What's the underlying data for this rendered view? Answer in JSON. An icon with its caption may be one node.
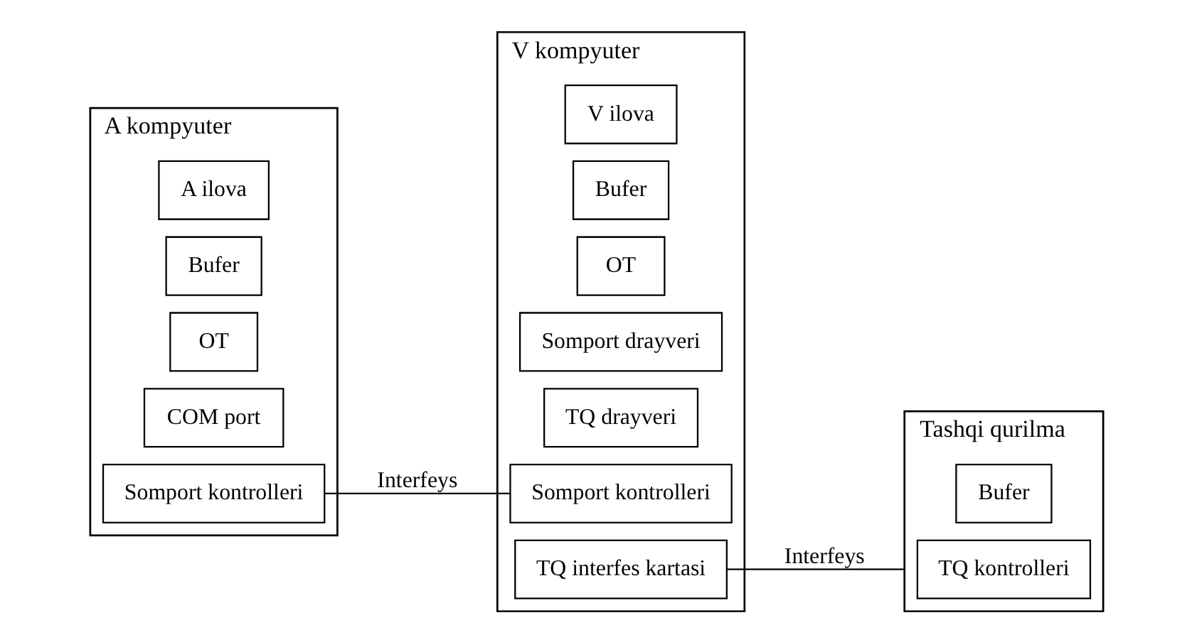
{
  "diagram": {
    "nodes": [
      {
        "text": [
          "A kompyuter"
        ]
      },
      {
        "text": [
          "A ilova"
        ],
        "in": 0
      },
      {
        "text": [
          "Bufer"
        ],
        "in": 0
      },
      {
        "text": [
          "OT"
        ],
        "in": 0
      },
      {
        "text": [
          "COM port"
        ],
        "in": 0
      },
      {
        "text": [
          "Somport kontrolleri"
        ],
        "in": 0
      },
      {
        "text": [
          "V kompyuter"
        ]
      },
      {
        "text": [
          "V ilova"
        ],
        "in": 6
      },
      {
        "text": [
          "Bufer"
        ],
        "in": 6
      },
      {
        "text": [
          "OT"
        ],
        "in": 6
      },
      {
        "text": [
          "Somport drayveri"
        ],
        "in": 6
      },
      {
        "text": [
          "TQ drayveri"
        ],
        "in": 6
      },
      {
        "text": [
          "Somport kontrolleri"
        ],
        "in": 6
      },
      {
        "text": [
          "TQ interfes kartasi"
        ],
        "in": 6
      },
      {
        "text": [
          "Tashqi qurilma"
        ]
      },
      {
        "text": [
          "Bufer"
        ],
        "in": 14
      },
      {
        "text": [
          "TQ kontrolleri"
        ],
        "in": 14
      }
    ],
    "edges": [
      {
        "from": 5,
        "to": 12,
        "arrow": "none",
        "label": "Interfeys"
      },
      {
        "from": 13,
        "to": 14,
        "arrow": "none",
        "label": "Interfeys"
      }
    ]
  }
}
